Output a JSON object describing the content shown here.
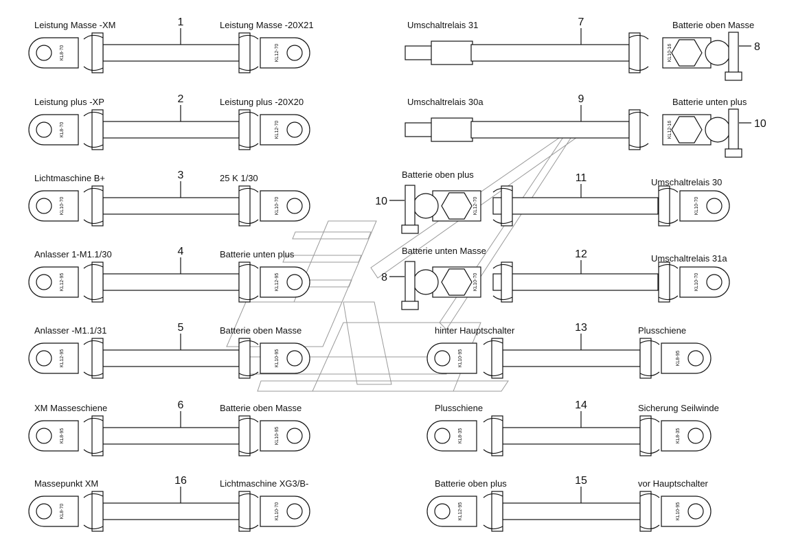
{
  "watermark": {
    "color": "#9a9a9a"
  },
  "cables": [
    {
      "number": "1",
      "left_label": "Leistung Masse -XM",
      "right_label": "Leistung Masse -20X21",
      "left_lug": "KL8-70",
      "right_lug": "KL12-70"
    },
    {
      "number": "2",
      "left_label": "Leistung plus -XP",
      "right_label": "Leistung plus -20X20",
      "left_lug": "KL8-70",
      "right_lug": "KL12-70"
    },
    {
      "number": "3",
      "left_label": "Lichtmaschine B+",
      "right_label": "25 K 1/30",
      "left_lug": "KL10-70",
      "right_lug": "KL10-70"
    },
    {
      "number": "4",
      "left_label": "Anlasser 1-M1.1/30",
      "right_label": "Batterie unten plus",
      "left_lug": "KL12-95",
      "right_lug": "KL12-95"
    },
    {
      "number": "5",
      "left_label": "Anlasser -M1.1/31",
      "right_label": "Batterie oben Masse",
      "left_lug": "KL12-95",
      "right_lug": "KL10-95"
    },
    {
      "number": "6",
      "left_label": "XM Masseschiene",
      "right_label": "Batterie oben Masse",
      "left_lug": "KL8-95",
      "right_lug": "KL10-95"
    },
    {
      "number": "16",
      "left_label": "Massepunkt XM",
      "right_label": "Lichtmaschine XG3/B-",
      "left_lug": "KL8-70",
      "right_lug": "KL10-70"
    },
    {
      "number": "7",
      "left_label": "Umschaltrelais 31",
      "right_label": "Batterie oben Masse",
      "left_lug": "",
      "right_lug": "KL10-16",
      "clamp_callout": "8"
    },
    {
      "number": "9",
      "left_label": "Umschaltrelais 30a",
      "right_label": "Batterie unten plus",
      "left_lug": "",
      "right_lug": "KL12-16",
      "clamp_callout": "10"
    },
    {
      "number": "11",
      "left_label": "Batterie oben plus",
      "right_label": "Umschaltrelais 30",
      "left_lug": "KL12-70",
      "right_lug": "KL10-70",
      "clamp_callout": "10"
    },
    {
      "number": "12",
      "left_label": "Batterie unten Masse",
      "right_label": "Umschaltrelais 31a",
      "left_lug": "KL10-70",
      "right_lug": "KL10-70",
      "clamp_callout": "8"
    },
    {
      "number": "13",
      "left_label": "hinter Hauptschalter",
      "right_label": "Plusschiene",
      "left_lug": "KL10-95",
      "right_lug": "KL8-95"
    },
    {
      "number": "14",
      "left_label": "Plusschiene",
      "right_label": "Sicherung Seilwinde",
      "left_lug": "KL8-35",
      "right_lug": "KL8-35"
    },
    {
      "number": "15",
      "left_label": "Batterie oben plus",
      "right_label": "vor Hauptschalter",
      "left_lug": "KL12-95",
      "right_lug": "KL10-95"
    }
  ]
}
